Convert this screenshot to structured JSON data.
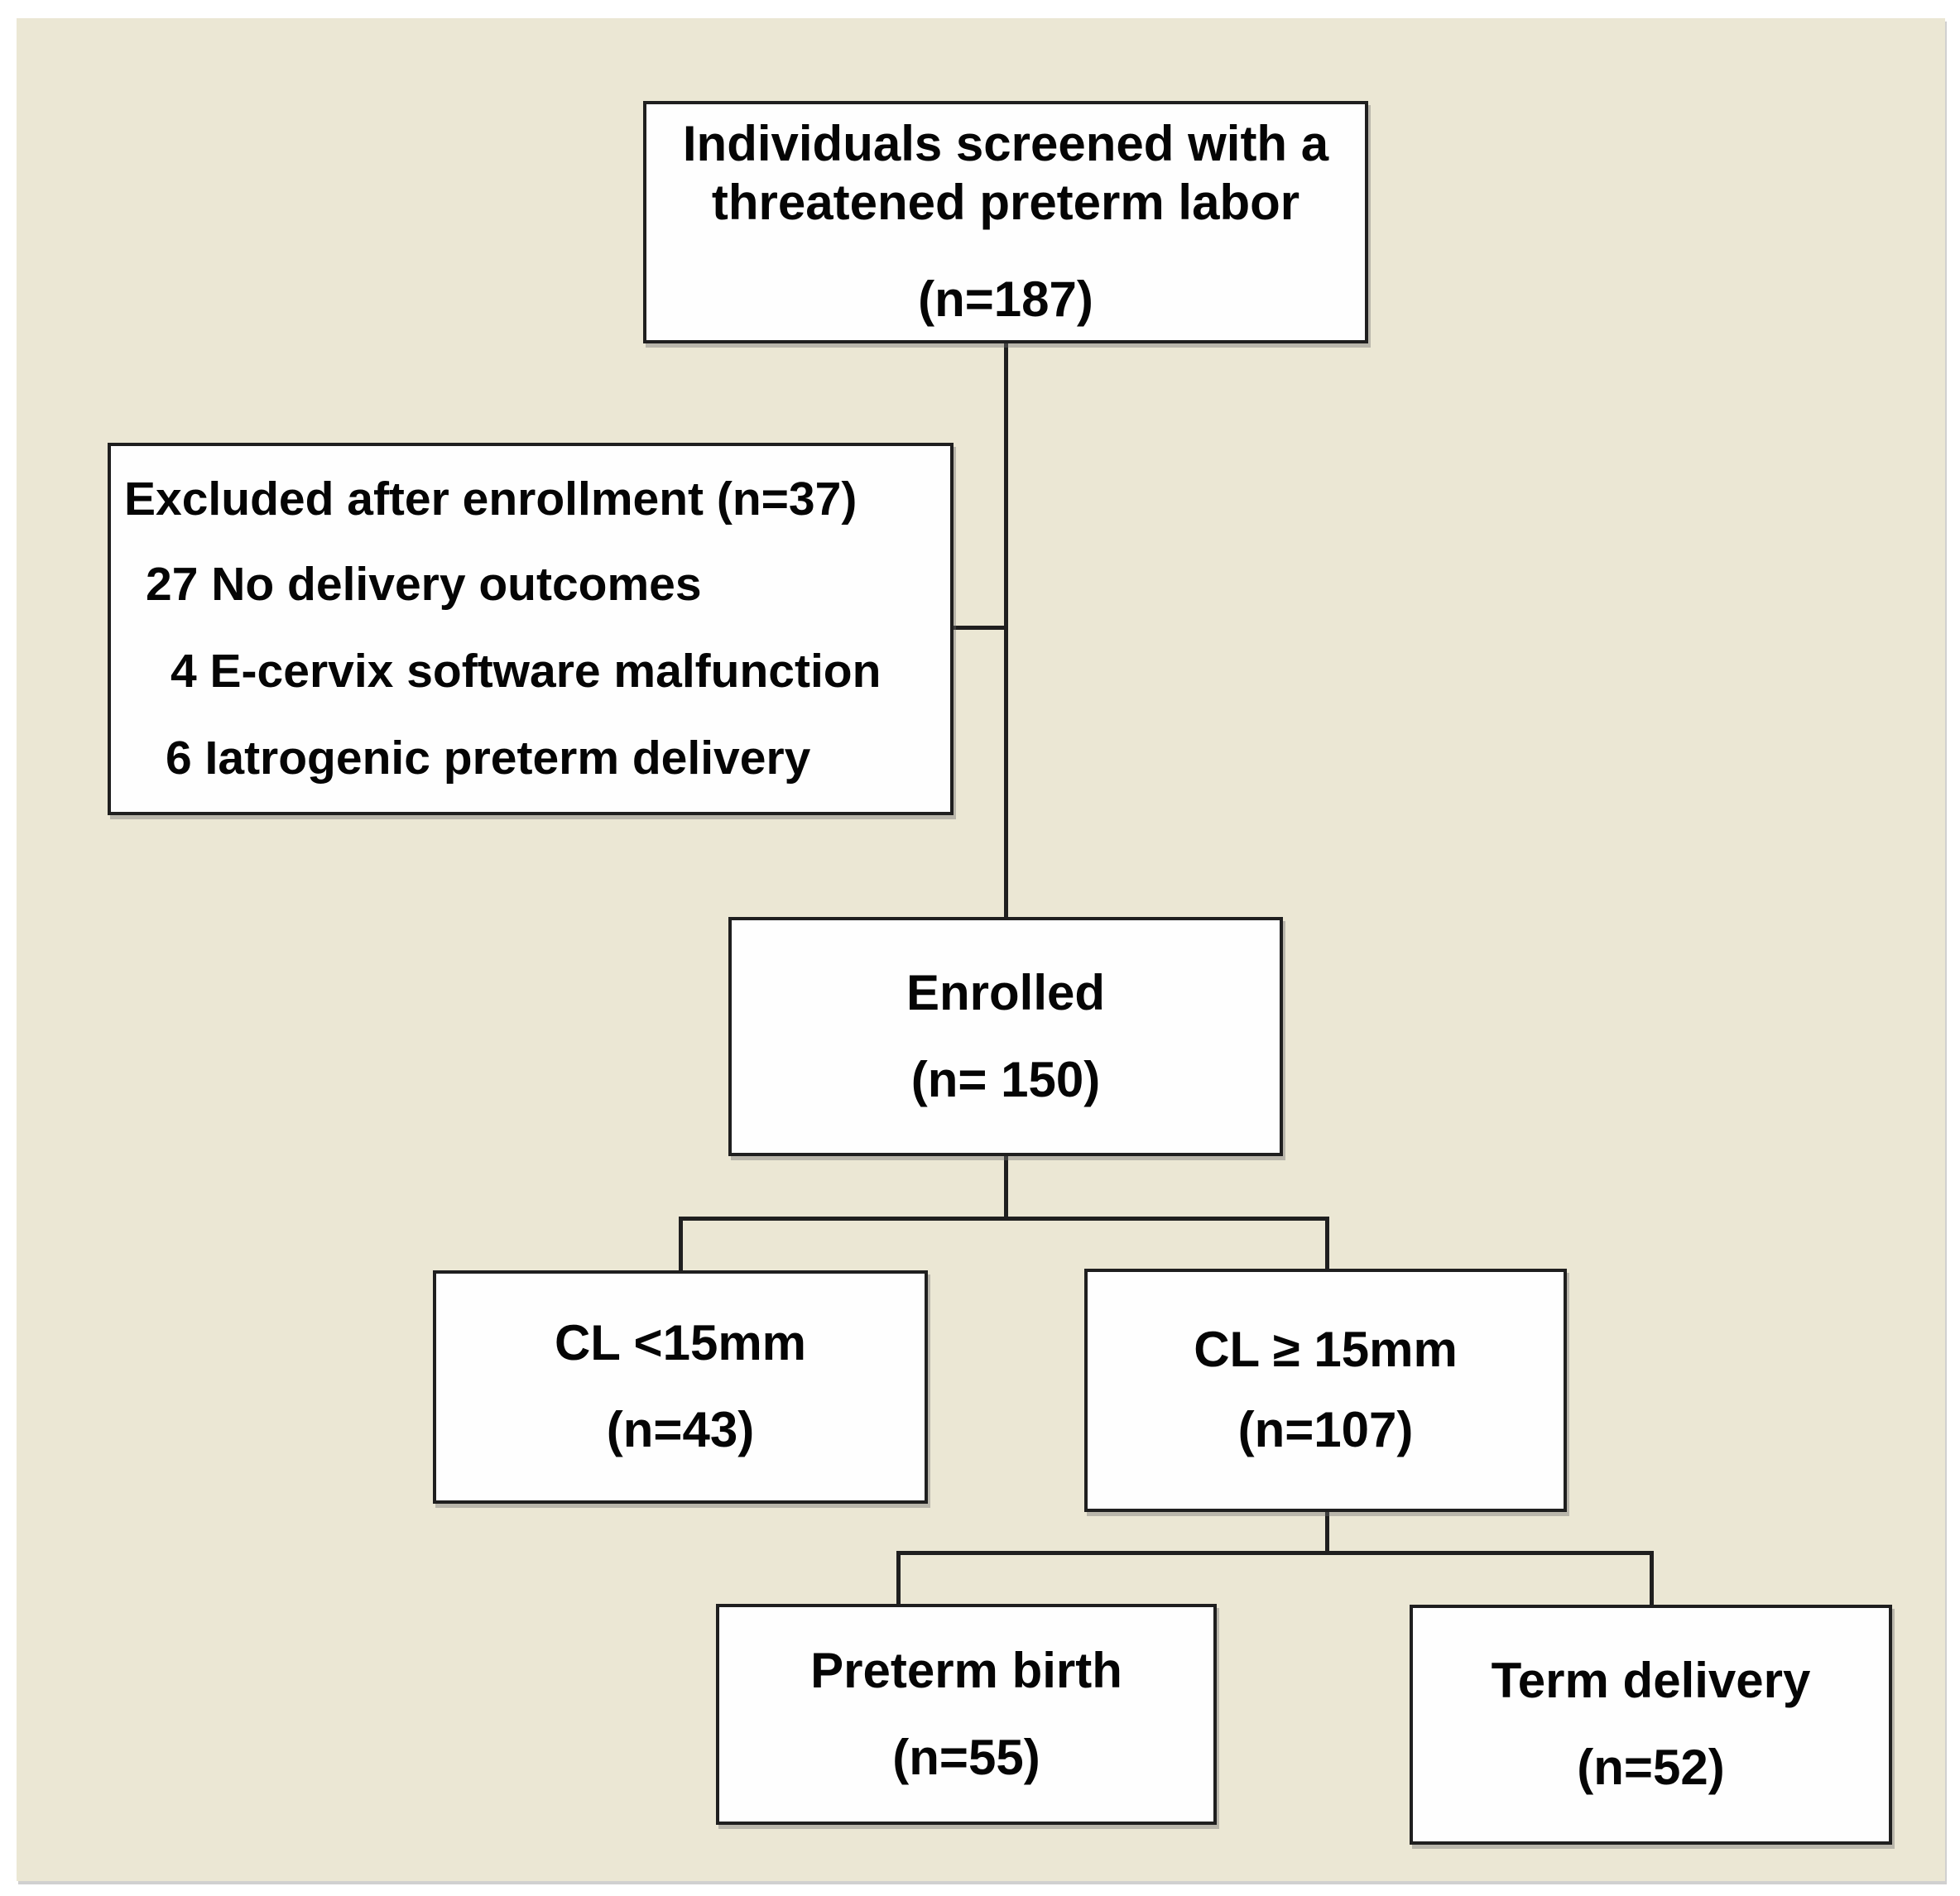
{
  "figure": {
    "type": "patient-flow-diagram",
    "colors": {
      "page_background": "#ffffff",
      "panel_background": "#ebe7d4",
      "box_fill": "#fefefe",
      "box_border": "#1f1f1f",
      "text": "#050505"
    },
    "nodes": {
      "screened": {
        "line1": "Individuals screened with a",
        "line2": "threatened preterm labor",
        "count": "(n=187)"
      },
      "excluded": {
        "title": "Excluded after enrollment (n=37)",
        "items": [
          "27 No delivery outcomes",
          "4 E-cervix software malfunction",
          "6 Iatrogenic preterm delivery"
        ]
      },
      "enrolled": {
        "label": "Enrolled",
        "count": "(n= 150)"
      },
      "cl_short": {
        "label": "CL <15mm",
        "count": "(n=43)"
      },
      "cl_long": {
        "label": "CL ≥ 15mm",
        "count": "(n=107)"
      },
      "preterm": {
        "label": "Preterm birth",
        "count": "(n=55)"
      },
      "term": {
        "label": "Term delivery",
        "count": "(n=52)"
      }
    }
  }
}
